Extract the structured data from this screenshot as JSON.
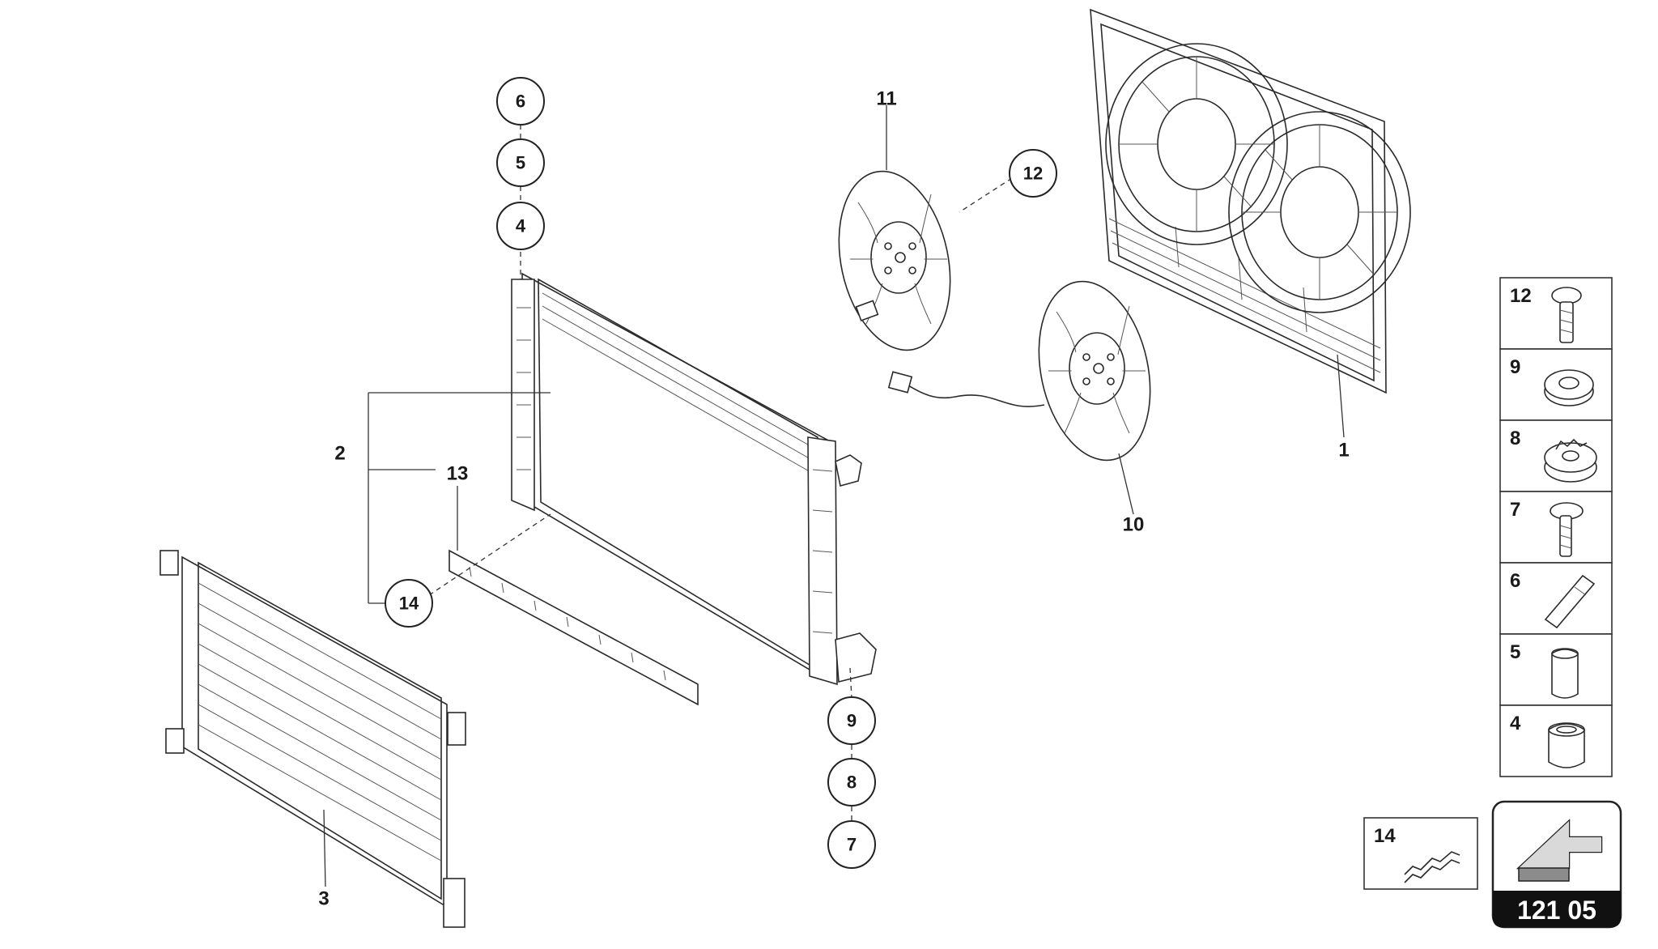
{
  "diagram": {
    "callouts": {
      "c6_top": "6",
      "c5_top": "5",
      "c4_top": "4",
      "c12": "12",
      "c14": "14",
      "c9": "9",
      "c8": "8",
      "c7": "7"
    },
    "labels": {
      "l1": "1",
      "l2": "2",
      "l3": "3",
      "l10": "10",
      "l11": "11",
      "l13": "13"
    },
    "legend": [
      {
        "num": "12",
        "icon": "screw-icon"
      },
      {
        "num": "9",
        "icon": "grommet-icon"
      },
      {
        "num": "8",
        "icon": "mount-bushing-icon"
      },
      {
        "num": "7",
        "icon": "bolt-icon"
      },
      {
        "num": "6",
        "icon": "pin-icon"
      },
      {
        "num": "5",
        "icon": "clip-icon"
      },
      {
        "num": "4",
        "icon": "rubber-mount-icon"
      }
    ],
    "legend_14": {
      "num": "14",
      "icon": "seal-strip-icon"
    },
    "reference": {
      "code": "121 05",
      "icon": "arrow-icon"
    }
  }
}
